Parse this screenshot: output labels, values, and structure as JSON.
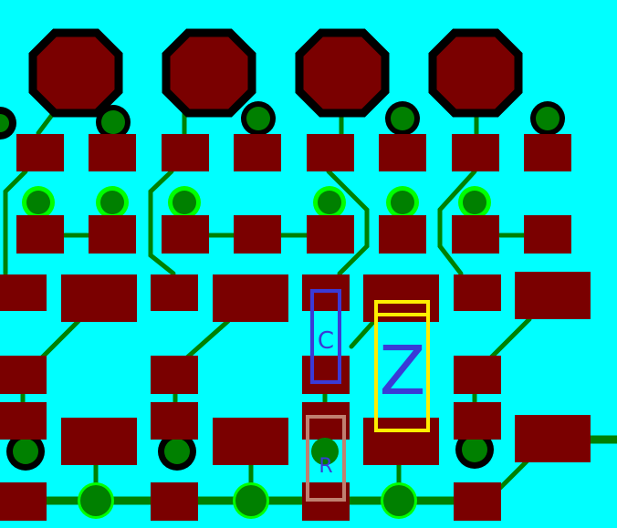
{
  "colors": {
    "board": "#00ffff",
    "pad": "#7a0000",
    "trace": "#008000",
    "via_ring": "#00ff00",
    "outline": "#000000",
    "label_blue": "#3a3ad6",
    "box_blue": "#3a3ad6",
    "box_yellow": "#ffee00",
    "box_tan": "#c08070"
  },
  "labels": {
    "c": "C",
    "z": "Z",
    "r": "R"
  }
}
